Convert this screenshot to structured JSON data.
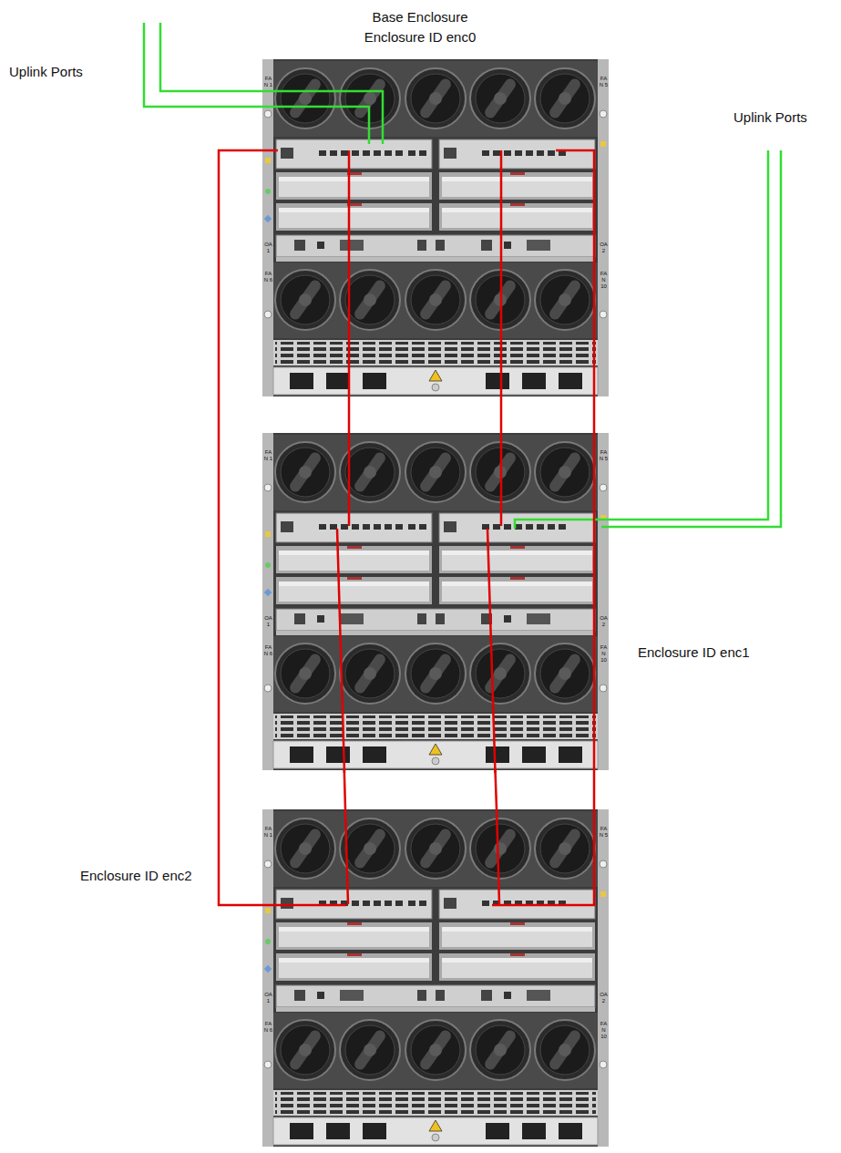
{
  "diagram": {
    "nodes": [
      {
        "text": [
          "Base Enclosure",
          "Enclosure ID enc0"
        ]
      },
      {
        "text": [
          "Enclosure ID enc1"
        ]
      },
      {
        "text": [
          "Enclosure ID enc2"
        ]
      }
    ],
    "edges": [
      {
        "from": 0,
        "to": 1,
        "arrow": "none"
      },
      {
        "from": 0,
        "to": 1,
        "arrow": "none"
      },
      {
        "from": 1,
        "to": 2,
        "arrow": "none"
      },
      {
        "from": 1,
        "to": 2,
        "arrow": "none"
      },
      {
        "from": 0,
        "to": 2,
        "arrow": "none"
      },
      {
        "from": 0,
        "to": 2,
        "arrow": "none"
      }
    ],
    "labels": [
      "Uplink Ports",
      "Uplink Ports",
      "FAN 1",
      "FAN 5",
      "OA1",
      "OA2",
      "FAN 6",
      "FAN 10",
      "FAN 1",
      "FAN 5",
      "OA1",
      "OA2",
      "FAN 6",
      "FAN 10",
      "FAN 1",
      "FAN 5",
      "OA1",
      "OA2",
      "FAN 6",
      "FAN 10"
    ]
  }
}
